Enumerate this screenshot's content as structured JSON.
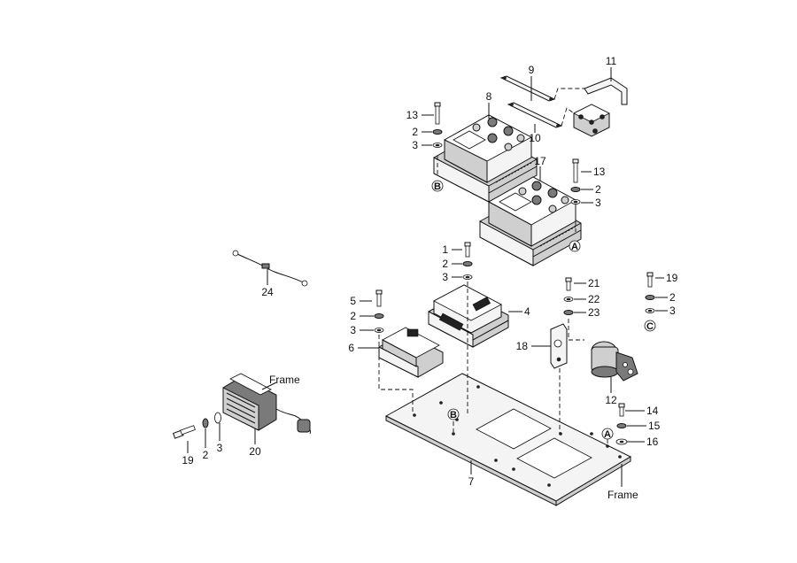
{
  "callouts": [
    {
      "id": "9",
      "text": "9"
    },
    {
      "id": "11",
      "text": "11"
    },
    {
      "id": "8",
      "text": "8"
    },
    {
      "id": "13a",
      "text": "13"
    },
    {
      "id": "2a",
      "text": "2"
    },
    {
      "id": "3a",
      "text": "3"
    },
    {
      "id": "10",
      "text": "10"
    },
    {
      "id": "17",
      "text": "17"
    },
    {
      "id": "13b",
      "text": "13"
    },
    {
      "id": "2b",
      "text": "2"
    },
    {
      "id": "3b",
      "text": "3"
    },
    {
      "id": "1",
      "text": "1"
    },
    {
      "id": "2c",
      "text": "2"
    },
    {
      "id": "3c",
      "text": "3"
    },
    {
      "id": "24",
      "text": "24"
    },
    {
      "id": "5",
      "text": "5"
    },
    {
      "id": "2d",
      "text": "2"
    },
    {
      "id": "3d",
      "text": "3"
    },
    {
      "id": "4",
      "text": "4"
    },
    {
      "id": "6",
      "text": "6"
    },
    {
      "id": "21",
      "text": "21"
    },
    {
      "id": "22",
      "text": "22"
    },
    {
      "id": "23",
      "text": "23"
    },
    {
      "id": "18",
      "text": "18"
    },
    {
      "id": "19a",
      "text": "19"
    },
    {
      "id": "2e",
      "text": "2"
    },
    {
      "id": "3e",
      "text": "3"
    },
    {
      "id": "12",
      "text": "12"
    },
    {
      "id": "14",
      "text": "14"
    },
    {
      "id": "15",
      "text": "15"
    },
    {
      "id": "16",
      "text": "16"
    },
    {
      "id": "7",
      "text": "7"
    },
    {
      "id": "20",
      "text": "20"
    },
    {
      "id": "19b",
      "text": "19"
    },
    {
      "id": "2f",
      "text": "2"
    },
    {
      "id": "3f",
      "text": "3"
    }
  ],
  "ref_markers": {
    "a1": "A",
    "a2": "A",
    "b1": "B",
    "b2": "B",
    "c1": "C"
  },
  "frame_labels": {
    "frame_top": "Frame",
    "frame_bottom": "Frame"
  }
}
